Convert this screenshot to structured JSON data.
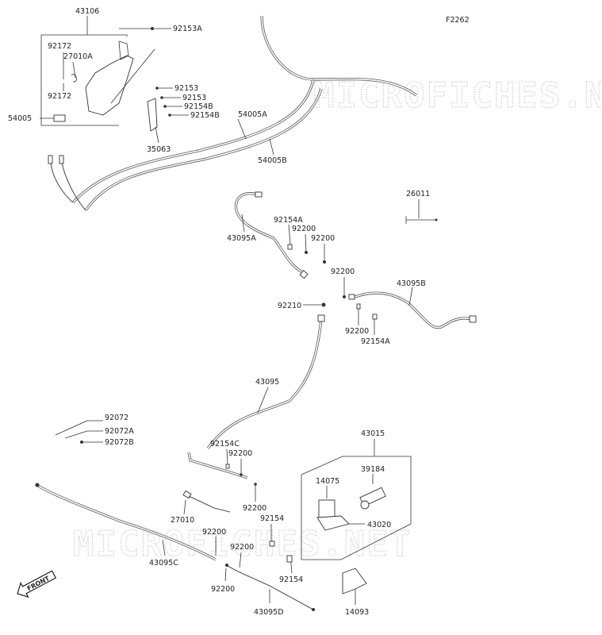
{
  "diagram": {
    "code": "F2262",
    "watermark": "MICROFICHES.NET",
    "front_label": "FRONT"
  },
  "labels": {
    "p43106": "43106",
    "p92153a": "92153A",
    "p92172_top": "92172",
    "p27010a": "27010A",
    "p92172_bot": "92172",
    "p92153_1": "92153",
    "p92153_2": "92153",
    "p92154b_1": "92154B",
    "p92154b_2": "92154B",
    "p54005": "54005",
    "p54005a": "54005A",
    "p54005b": "54005B",
    "p35063": "35063",
    "p26011": "26011",
    "p92154a_top": "92154A",
    "p92200_a": "92200",
    "p92200_b": "92200",
    "p43095a": "43095A",
    "p92200_c": "92200",
    "p43095b": "43095B",
    "p92210": "92210",
    "p92200_d": "92200",
    "p92154a_bot": "92154A",
    "p43095": "43095",
    "p92072": "92072",
    "p92072a": "92072A",
    "p92072b": "92072B",
    "p92154c": "92154C",
    "p92200_e": "92200",
    "p43015": "43015",
    "p39184": "39184",
    "p14075": "14075",
    "p43020": "43020",
    "p27010": "27010",
    "p92200_f": "92200",
    "p92154_a": "92154",
    "p92200_g": "92200",
    "p92200_h": "92200",
    "p43095c": "43095C",
    "p92154_b": "92154",
    "p92200_i": "92200",
    "p43095d": "43095D",
    "p14093": "14093"
  }
}
